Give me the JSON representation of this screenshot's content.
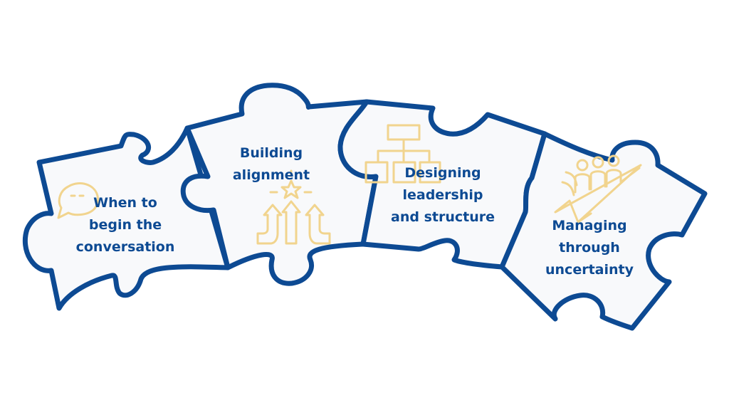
{
  "pieces": [
    {
      "lines": [
        "When to",
        "begin the",
        "conversation"
      ],
      "icon": "speech-bubble-icon"
    },
    {
      "lines": [
        "Building",
        "alignment"
      ],
      "icon": "star-with-arrows-icon"
    },
    {
      "lines": [
        "Designing",
        "leadership",
        "and structure"
      ],
      "icon": "org-chart-icon"
    },
    {
      "lines": [
        "Managing",
        "through",
        "uncertainty"
      ],
      "icon": "team-on-paper-plane-icon"
    }
  ],
  "colors": {
    "outline": "#0d4a93",
    "text": "#0d4a93",
    "icon": "#f1d48e",
    "fill": "#f8f9fb"
  }
}
